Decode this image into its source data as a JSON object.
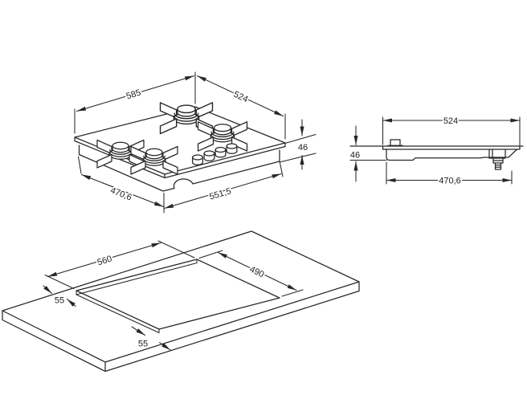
{
  "drawing": {
    "kind": "gas hob installation drawing",
    "colors": {
      "line": "#272727",
      "background": "#ffffff"
    },
    "views": {
      "hob": {
        "name": "hob-isometric-view",
        "burner_count": 4,
        "knob_count": 4,
        "dims": {
          "top_width": "585",
          "top_depth": "524",
          "height": "46",
          "base_depth": "470,6",
          "base_width": "551,5"
        }
      },
      "side": {
        "name": "hob-side-profile-view",
        "dims": {
          "top_width": "524",
          "height": "46",
          "base_width": "470,6"
        }
      },
      "cutout": {
        "name": "worktop-cutout-view",
        "dims": {
          "width": "560",
          "depth": "490",
          "clearance_left": "55",
          "clearance_front": "55"
        }
      }
    }
  }
}
